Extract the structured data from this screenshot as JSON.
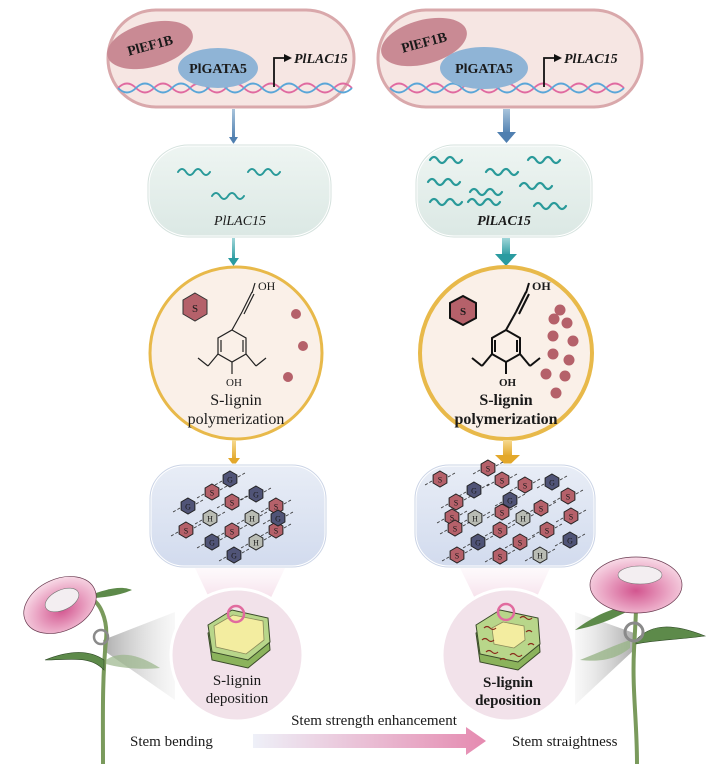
{
  "title": "Schematic: PlEF1B–PlGATA5 regulation of PlLAC15 and S-lignin deposition in peony stem strength",
  "colors": {
    "cell_fill": "#f6e6e3",
    "cell_border": "#d9a8ab",
    "ef1b_fill": "#c98a94",
    "gata5_fill": "#8fb4d6",
    "dna_pink": "#e06aa0",
    "dna_blue": "#5aa6d8",
    "mrna_box_fill": "#e3eeea",
    "mrna_color": "#2a9a9a",
    "arrow_blue": "#4f7fb0",
    "arrow_teal": "#2a9ba0",
    "arrow_gold": "#e3a82b",
    "circle_fill": "#faf0e8",
    "circle_border": "#e8b94a",
    "s_unit": "#b5616a",
    "g_unit": "#505477",
    "h_unit": "#b9bcb4",
    "lignin_box_fill": "#dde4f0",
    "deposition_fill": "#f2e2ea",
    "stem_green": "#7a9a5c",
    "flower_pink": "#e8a0c0",
    "bottom_arrow_start": "#eef0f8",
    "bottom_arrow_end": "#e58ab0"
  },
  "left_panel": {
    "nucleus": {
      "factor_1": "PlEF1B",
      "factor_2": "PlGATA5",
      "target_gene": "PlLAC15"
    },
    "transcript": {
      "label": "PlLAC15",
      "mrna_count": 3,
      "emphasis": "normal"
    },
    "polymerization": {
      "monomer_badge": "S",
      "line1": "S-lignin",
      "line2": "polymerization",
      "hydroxyl_top": "OH",
      "hydroxyl_bottom": "OH",
      "dot_count": 3
    },
    "lignin_network": {
      "units": [
        "G",
        "S",
        "S",
        "G",
        "G",
        "S",
        "H",
        "H",
        "S",
        "S",
        "G",
        "S",
        "G",
        "H",
        "G"
      ]
    },
    "deposition": {
      "line1": "S-lignin",
      "line2": "deposition"
    },
    "phenotype": "Stem bending"
  },
  "right_panel": {
    "nucleus": {
      "factor_1": "PlEF1B",
      "factor_2": "PlGATA5",
      "target_gene": "PlLAC15"
    },
    "transcript": {
      "label": "PlLAC15",
      "mrna_count": 9,
      "emphasis": "bold"
    },
    "polymerization": {
      "monomer_badge": "S",
      "line1": "S-lignin",
      "line2": "polymerization",
      "hydroxyl_top": "OH",
      "hydroxyl_bottom": "OH",
      "dot_count": 10
    },
    "lignin_network": {
      "units": [
        "S",
        "G",
        "S",
        "S",
        "G",
        "S",
        "S",
        "G",
        "H",
        "S",
        "H",
        "S",
        "S",
        "S",
        "S",
        "G",
        "S",
        "S",
        "S",
        "H",
        "S",
        "S",
        "G",
        "S"
      ]
    },
    "deposition": {
      "line1": "S-lignin",
      "line2": "deposition"
    },
    "phenotype": "Stem straightness"
  },
  "bottom": {
    "arrow_label": "Stem strength enhancement"
  }
}
